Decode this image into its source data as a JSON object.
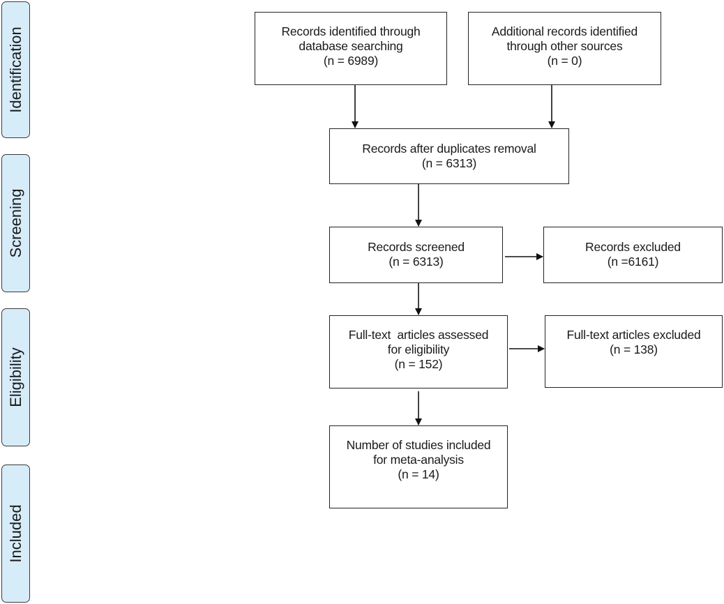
{
  "phases": {
    "identification": "Identification",
    "screening": "Screening",
    "eligibility": "Eligibility",
    "included": "Included"
  },
  "boxes": {
    "database": {
      "line1": "Records identified through",
      "line2": "database searching",
      "line3": "(n = 6989)"
    },
    "other_sources": {
      "line1": "Additional records identified",
      "line2": "through other sources",
      "line3": "(n = 0)"
    },
    "after_duplicates": {
      "line1": "Records after duplicates removal",
      "line2": "(n = 6313)"
    },
    "screened": {
      "line1": "Records screened",
      "line2": "(n = 6313)"
    },
    "excluded": {
      "line1": "Records excluded",
      "line2": "(n =6161)"
    },
    "fulltext_assessed": {
      "line1": "Full-text  articles assessed",
      "line2": "for eligibility",
      "line3": "(n = 152)"
    },
    "fulltext_excluded": {
      "line1": "Full-text articles excluded",
      "line2": "(n = 138)"
    },
    "included_studies": {
      "line1": "Number of studies included",
      "line2": "for meta-analysis",
      "line3": "(n = 14)"
    }
  },
  "colors": {
    "phase_fill": "#d7ecf9",
    "border": "#222222"
  }
}
